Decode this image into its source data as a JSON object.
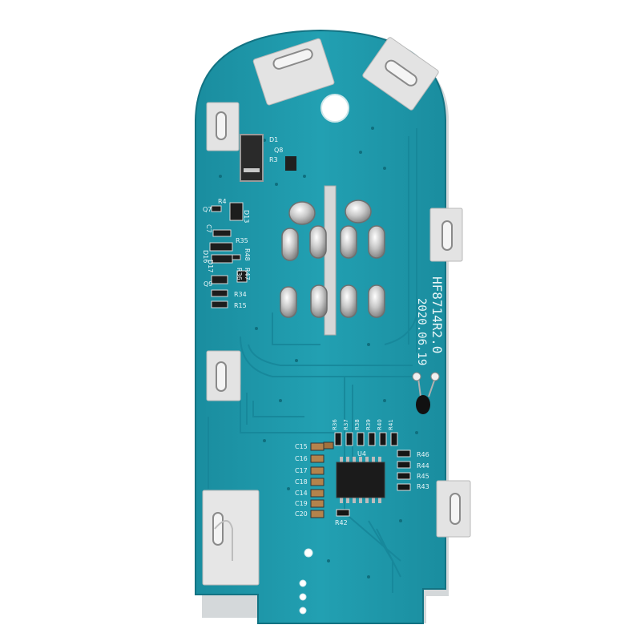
{
  "board": {
    "model": "HF8714R2.0",
    "date": "2020.06.19",
    "chip_label": "U4",
    "colors": {
      "pcb": "#1f98aa",
      "pcb_dark": "#15808f",
      "pad_metal": "#e6e6e6",
      "solder": "#c9c9c9",
      "silk": "#e9f6f8"
    },
    "top_labels": [
      "D1",
      "Q8",
      "R3"
    ],
    "left_labels": [
      "R4",
      "Q7",
      "D13",
      "C7",
      "R35",
      "R48",
      "D16",
      "D17",
      "R47",
      "R36",
      "Q9",
      "R34",
      "R15"
    ],
    "resistor_row_labels": [
      "R36",
      "R37",
      "R38",
      "R39",
      "R40",
      "R41"
    ],
    "capacitor_labels": [
      "C15",
      "C16",
      "C17",
      "C18",
      "C14",
      "C19",
      "C20"
    ],
    "right_resistor_labels": [
      "R46",
      "R44",
      "R45",
      "R43"
    ],
    "bottom_label": "R42"
  }
}
